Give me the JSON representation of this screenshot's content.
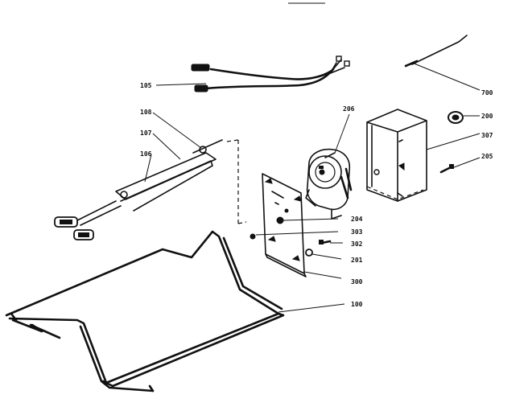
{
  "labels": {
    "p105": "105",
    "p700": "700",
    "p108": "108",
    "p107": "107",
    "p106": "106",
    "p206": "206",
    "p200": "200",
    "p307": "307",
    "p205": "205",
    "p204": "204",
    "p303": "303",
    "p302": "302",
    "p201": "201",
    "p300": "300",
    "p100": "100"
  }
}
